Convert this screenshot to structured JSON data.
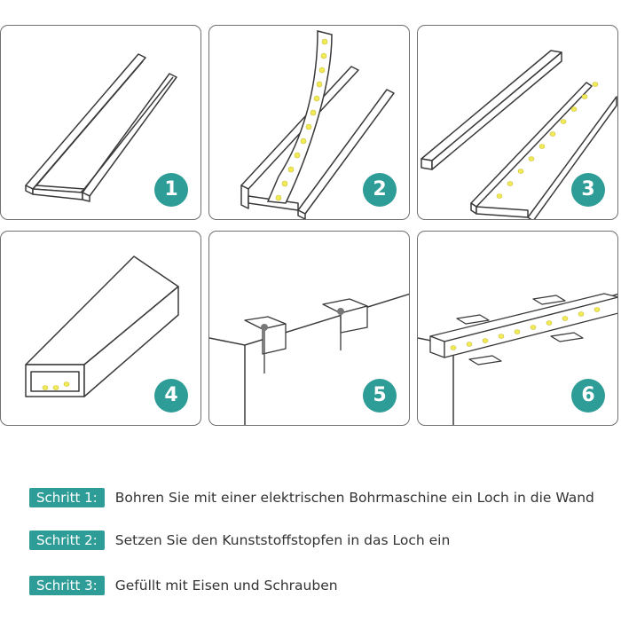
{
  "panels": [
    {
      "number": "1"
    },
    {
      "number": "2"
    },
    {
      "number": "3"
    },
    {
      "number": "4"
    },
    {
      "number": "5"
    },
    {
      "number": "6"
    }
  ],
  "steps": [
    {
      "label": "Schritt 1:",
      "text": "Bohren Sie mit einer elektrischen Bohrmaschine ein Loch in die Wand"
    },
    {
      "label": "Schritt 2:",
      "text": "Setzen Sie den Kunststoffstopfen in das Loch ein"
    },
    {
      "label": "Schritt 3:",
      "text": "Gefüllt mit Eisen und Schrauben"
    }
  ],
  "colors": {
    "accent": "#2e9c97",
    "led": "#f2ea55",
    "outline": "#3a3a3a"
  }
}
